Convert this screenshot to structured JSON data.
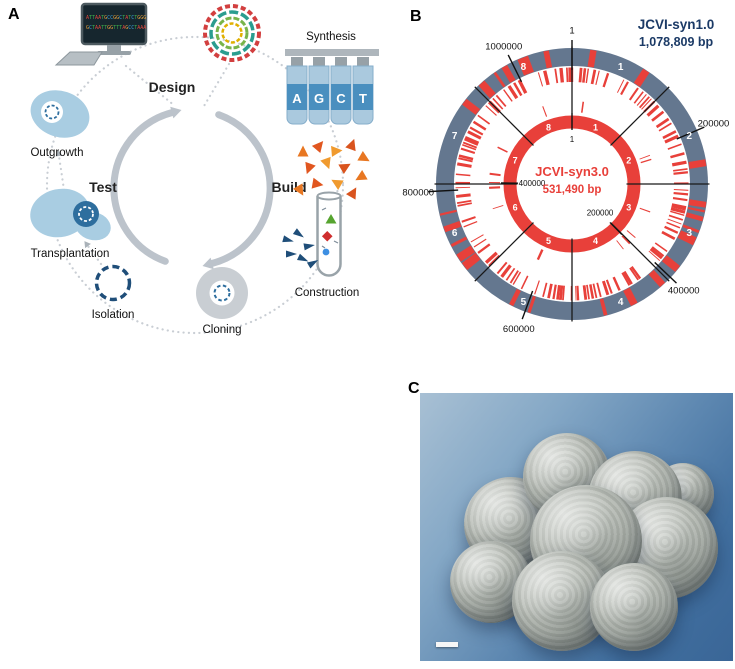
{
  "figure": {
    "panel_a_label": "A",
    "panel_b_label": "B",
    "panel_c_label": "C"
  },
  "colors": {
    "genome_red": "#e8403a",
    "ring_slate": "#64778f",
    "navy": "#1b3a66",
    "nucleotide": {
      "A": "#e2493d",
      "T": "#3fae4c",
      "G": "#e8a33d",
      "C": "#3d9fd4"
    }
  },
  "panel_a": {
    "design": "Design",
    "build": "Build",
    "test": "Test",
    "synthesis": "Synthesis",
    "construction": "Construction",
    "cloning": "Cloning",
    "isolation": "Isolation",
    "transplantation": "Transplantation",
    "outgrowth": "Outgrowth",
    "bottle_letters": [
      "A",
      "G",
      "C",
      "T"
    ],
    "screen_lines": [
      "ATTAATGCCGGCTATCTGGG",
      "GCTAATTGGTTTAGCCTAAA"
    ]
  },
  "panel_b": {
    "outer_genome": {
      "name": "JCVI-syn1.0",
      "size": "1,078,809 bp",
      "length_bp": 1078809
    },
    "inner_genome": {
      "name": "JCVI-syn3.0",
      "size": "531,490 bp",
      "length_bp": 531490
    },
    "outer_tick_labels": [
      {
        "text": "1",
        "bp": 1
      },
      {
        "text": "200000",
        "bp": 200000
      },
      {
        "text": "400000",
        "bp": 400000
      },
      {
        "text": "600000",
        "bp": 600000
      },
      {
        "text": "800000",
        "bp": 800000
      },
      {
        "text": "1000000",
        "bp": 1000000
      }
    ],
    "inner_tick_labels": [
      {
        "text": "1",
        "bp": 1
      },
      {
        "text": "200000",
        "bp": 200000
      },
      {
        "text": "400000",
        "bp": 400000
      }
    ],
    "segments": [
      "1",
      "2",
      "3",
      "4",
      "5",
      "6",
      "7",
      "8"
    ]
  }
}
